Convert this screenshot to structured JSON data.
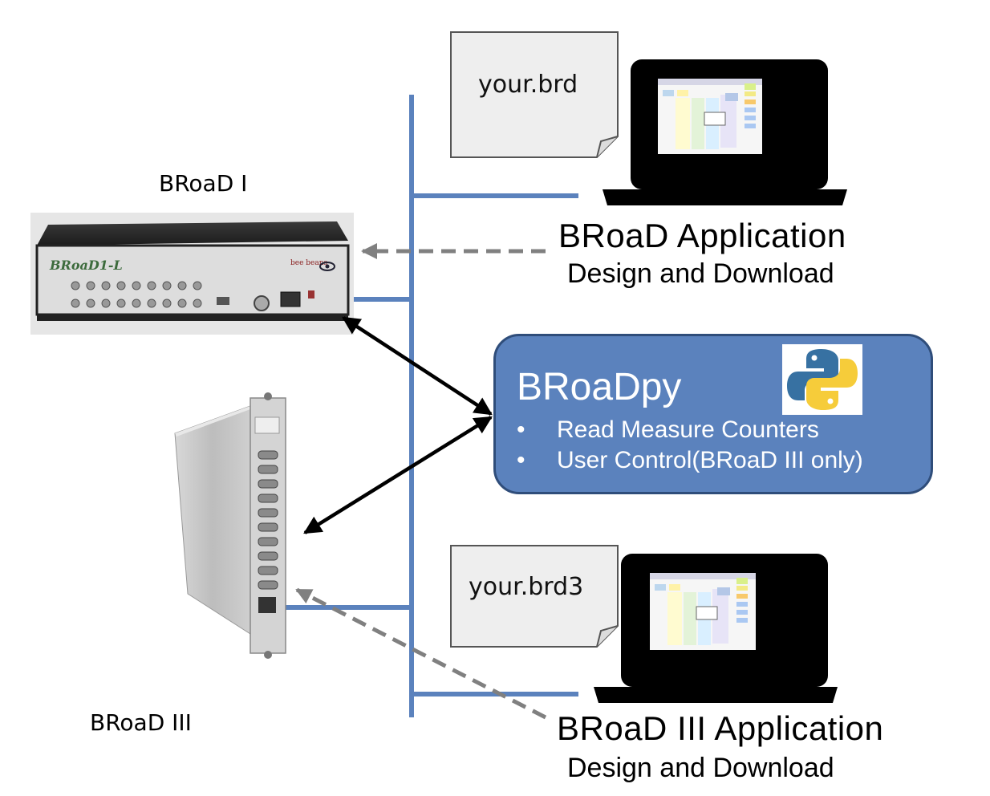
{
  "labels": {
    "broad1": "BRoaD I",
    "broad3": "BRoaD III",
    "app1_title": "BRoaD Application",
    "app1_sub": "Design and Download",
    "app3_title": "BRoaD III Application",
    "app3_sub": "Design and Download"
  },
  "files": {
    "brd": "your.brd",
    "brd3": "your.brd3"
  },
  "broadpy": {
    "title": "BRoaDpy",
    "bullets": [
      "Read Measure Counters",
      "User Control(BRoaD III only)"
    ],
    "python_logo": "python-logo"
  },
  "device1": {
    "model_text": "BRoaD1-L",
    "brand_text": "bee beans"
  },
  "colors": {
    "bus_line": "#5b82bd",
    "broadpy_fill": "#5b82bd",
    "arrow_black": "#000000",
    "arrow_gray_dashed": "#808080"
  }
}
